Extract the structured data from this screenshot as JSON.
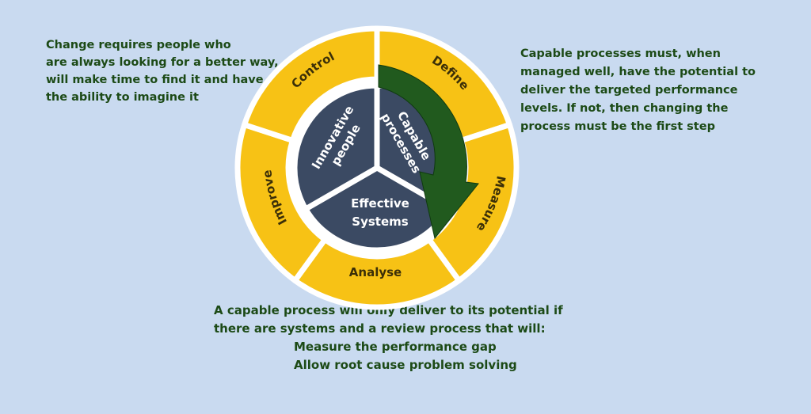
{
  "cycle": {
    "segments": [
      "Define",
      "Measure",
      "Analyse",
      "Improve",
      "Control"
    ],
    "core": {
      "innovative": [
        "Innovative",
        "people"
      ],
      "capable": [
        "Capable",
        "processes"
      ],
      "effective": [
        "Effective",
        "Systems"
      ]
    },
    "colors": {
      "segment": "#f7c215",
      "segment_border": "#ffffff",
      "core": "#3b4a63",
      "arrow": "#215a1e",
      "background": "#c9daf0",
      "note_text": "#1c4a16"
    }
  },
  "notes": {
    "left": [
      "Change requires people who",
      "are always looking for a better way,",
      "will make time to find it and have",
      "the ability to imagine it"
    ],
    "right": [
      "Capable processes must, when",
      "managed well,  have the potential to",
      "deliver the targeted performance",
      "levels. If not, then changing the",
      "process  must be the first step"
    ],
    "bottom": [
      "A capable process will only deliver to its potential if",
      "there are systems and a review process that will:",
      "Measure the performance gap",
      "Allow root cause problem solving"
    ]
  }
}
